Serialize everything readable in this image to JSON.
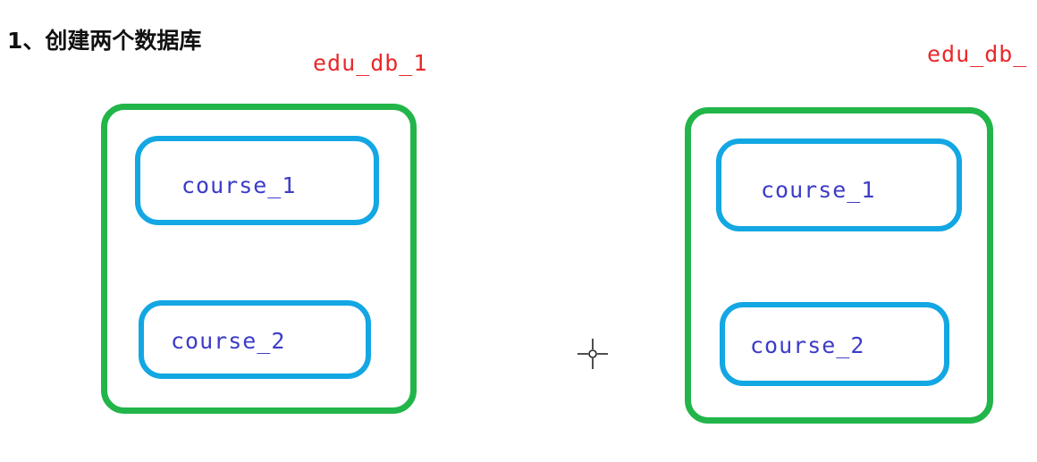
{
  "title": "1、创建两个数据库",
  "colors": {
    "db_label": "#e8282b",
    "db_border": "#22b54a",
    "table_border": "#13a7e3",
    "table_label": "#3c3cc8",
    "title": "#111111"
  },
  "databases": [
    {
      "name": "edu_db_1",
      "tables": [
        "course_1",
        "course_2"
      ]
    },
    {
      "name": "edu_db_",
      "tables": [
        "course_1",
        "course_2"
      ]
    }
  ],
  "cursor": {
    "icon": "crosshair-cursor-icon"
  }
}
